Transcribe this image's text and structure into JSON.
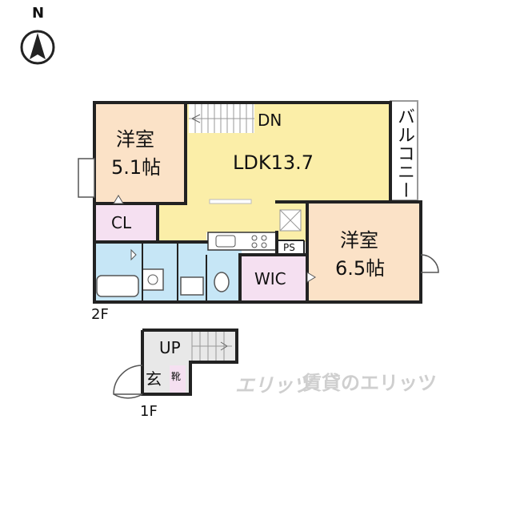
{
  "compass": {
    "label": "N"
  },
  "floors": {
    "upper": "2F",
    "lower": "1F"
  },
  "rooms": {
    "western_a": {
      "name": "洋室",
      "size": "5.1帖"
    },
    "ldk": "LDK13.7",
    "western_b": {
      "name": "洋室",
      "size": "6.5帖"
    },
    "closet": "CL",
    "walk_in_closet": "WIC",
    "pipe_space": "PS",
    "balcony": "バルコニー",
    "entrance": "玄",
    "shoe_box": "靴"
  },
  "stairs": {
    "down": "DN",
    "up": "UP"
  },
  "watermark": {
    "brand": "エリッツ",
    "text": "賃貸のエリッツ"
  },
  "colors": {
    "living": "#fbeea8",
    "bedroom": "#fbe2c7",
    "storage": "#f5e0f1",
    "wet_area": "#c6e6f6",
    "corridor": "#e8e8e8",
    "wall": "#222222"
  }
}
